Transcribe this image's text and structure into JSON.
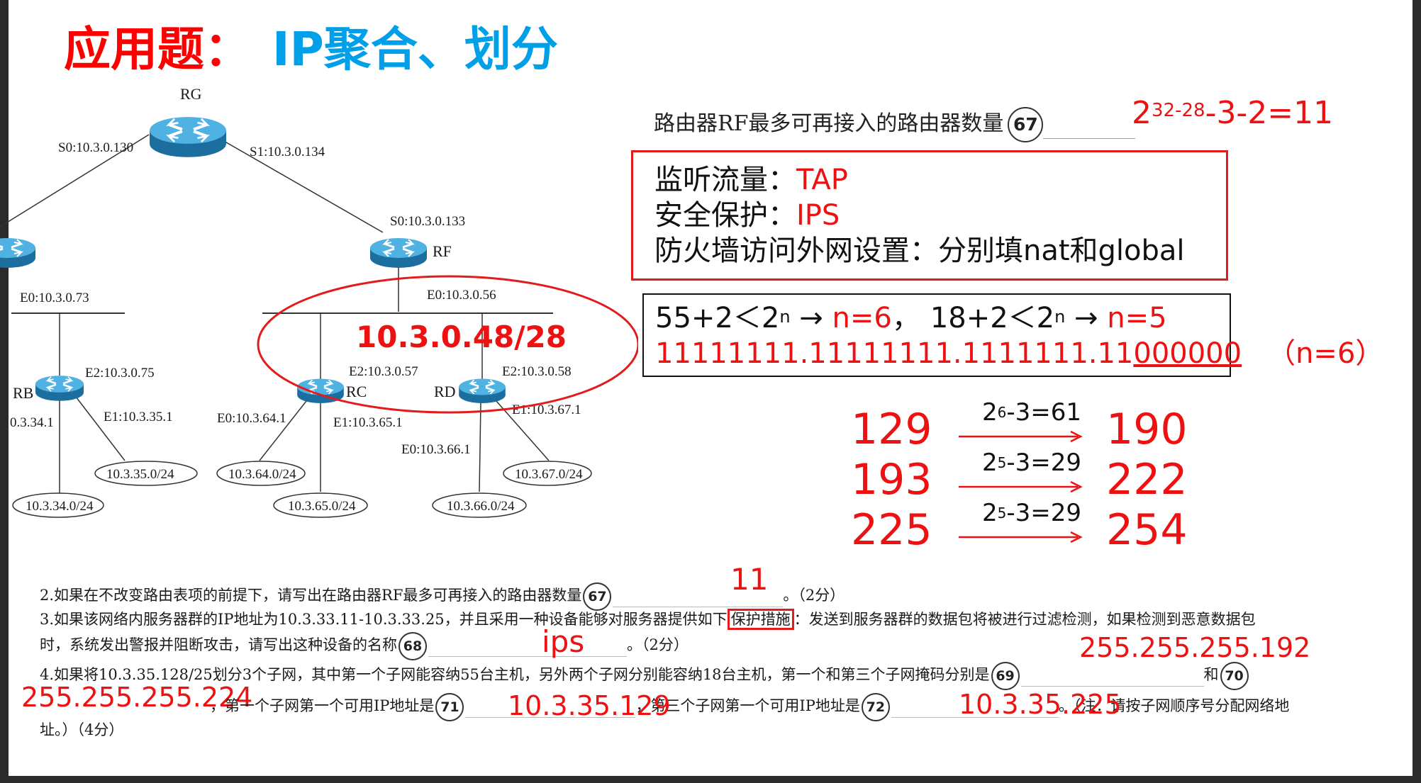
{
  "title": {
    "part1": "应用题：",
    "part2": "IP聚合、划分"
  },
  "topology": {
    "routers": {
      "rg": "RG",
      "rf": "RF",
      "rb": "RB",
      "rc": "RC",
      "rd": "RD"
    },
    "interfaces": {
      "rg_s0": "S0:10.3.0.130",
      "rg_s1": "S1:10.3.0.134",
      "rf_s0": "S0:10.3.0.133",
      "rf_e0": "E0:10.3.0.56",
      "re_e0": "E0:10.3.0.73",
      "rb_e2": "E2:10.3.0.75",
      "rb_e1": "E1:10.3.35.1",
      "rb_e0": "0.3.34.1",
      "rc_e2": "E2:10.3.0.57",
      "rc_e0": "E0:10.3.64.1",
      "rc_e1": "E1:10.3.65.1",
      "rd_e2": "E2:10.3.0.58",
      "rd_e1": "E1:10.3.67.1",
      "rd_e0": "E0:10.3.66.1"
    },
    "networks": {
      "n35": "10.3.35.0/24",
      "n34": "10.3.34.0/24",
      "n64": "10.3.64.0/24",
      "n65": "10.3.65.0/24",
      "n66": "10.3.66.0/24",
      "n67": "10.3.67.0/24"
    },
    "aggregate_annotation": "10.3.0.48/28"
  },
  "q67_header": {
    "text": "路由器RF最多可再接入的路由器数量",
    "num": "67"
  },
  "ans67": {
    "base": "2",
    "exp": "32-28",
    "rest": "-3-2=11"
  },
  "box1": {
    "l1_label": "监听流量：",
    "l1_value": "TAP",
    "l2_label": "安全保护：",
    "l2_value": "IPS",
    "l3": "防火墙访问外网设置：分别填nat和global"
  },
  "box2": {
    "a_expr": "55+2＜2",
    "a_exp": "n",
    "a_arrow": " → ",
    "a_res": "n=6",
    "sep": "，",
    "b_expr": "18+2＜2",
    "b_exp": "n",
    "b_arrow": " → ",
    "b_res": "n=5",
    "mask_prefix": "11111111.11111111.1111111.11",
    "mask_zeros": "000000",
    "mask_note": "（n=6）"
  },
  "subnets": [
    {
      "from": "129",
      "calc_base": "2",
      "calc_exp": "6",
      "calc_rest": "-3=61",
      "to": "190"
    },
    {
      "from": "193",
      "calc_base": "2",
      "calc_exp": "5",
      "calc_rest": "-3=29",
      "to": "222"
    },
    {
      "from": "225",
      "calc_base": "2",
      "calc_exp": "5",
      "calc_rest": "-3=29",
      "to": "254"
    }
  ],
  "questions": {
    "q2_text": "2.如果在不改变路由表项的前提下，请写出在路由器RF最多可再接入的路由器数量",
    "q2_num": "67",
    "q2_tail": "。（2分）",
    "q3_line1_a": "3.如果该网络内服务器群的IP地址为10.3.33.11-10.3.33.25，并且采用一种设备能够对服务器提供如下",
    "q3_boxed": "保护措施",
    "q3_line1_b": "：发送到服务器群的数据包将被进行过滤检测，如果检测到恶意数据包",
    "q3_line2_a": "时，系统发出警报并阻断攻击，请写出这种设备的名称",
    "q3_num": "68",
    "q3_tail": "。（2分）",
    "q4_line1_a": "4.如果将10.3.35.128/25划分3个子网，其中第一个子网能容纳55台主机，另外两个子网分别能容纳18台主机，第一个和第三个子网掩码分别是",
    "q4_num69": "69",
    "q4_and": "和",
    "q4_num70": "70",
    "q4_line2_a": "，第一个子网第一个可用IP地址是",
    "q4_num71": "71",
    "q4_line2_b": "，第三个子网第一个可用IP地址是",
    "q4_num72": "72",
    "q4_line2_c": "。（注：请按子网顺序号分配网络地",
    "q4_line3": "址。）（4分）"
  },
  "answers": {
    "a67": "11",
    "a68": "ips",
    "a69": "255.255.255.192",
    "a70": "255.255.255.224",
    "a71": "10.3.35.129",
    "a72": "10.3.35.225"
  },
  "colors": {
    "red": "#ee1111",
    "blue": "#00a0e9",
    "router_blue": "#2b8fc8"
  }
}
